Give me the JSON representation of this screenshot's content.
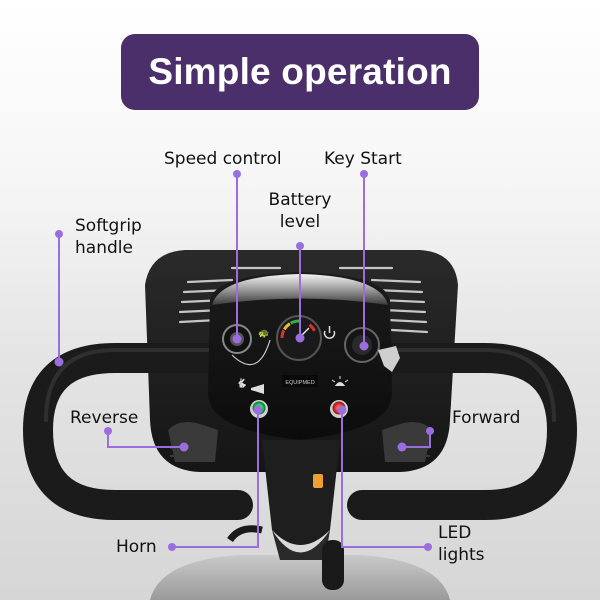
{
  "banner": {
    "title": "Simple operation",
    "bg_color": "#4a2f6b",
    "text_color": "#ffffff"
  },
  "accent": {
    "line_color": "#9b6ee0",
    "dot_color": "#9b6ee0"
  },
  "labels": {
    "speed_control": "Speed control",
    "key_start": "Key Start",
    "battery_level_line1": "Battery",
    "battery_level_line2": "level",
    "softgrip_line1": "Softgrip",
    "softgrip_line2": "handle",
    "reverse": "Reverse",
    "forward": "Forward",
    "horn": "Horn",
    "led_line1": "LED",
    "led_line2": "lights"
  },
  "panel": {
    "brand": "EQUIPMED",
    "horn_button_color": "#2fd06a",
    "led_button_color": "#e8322a",
    "power_icon": "power-icon"
  }
}
